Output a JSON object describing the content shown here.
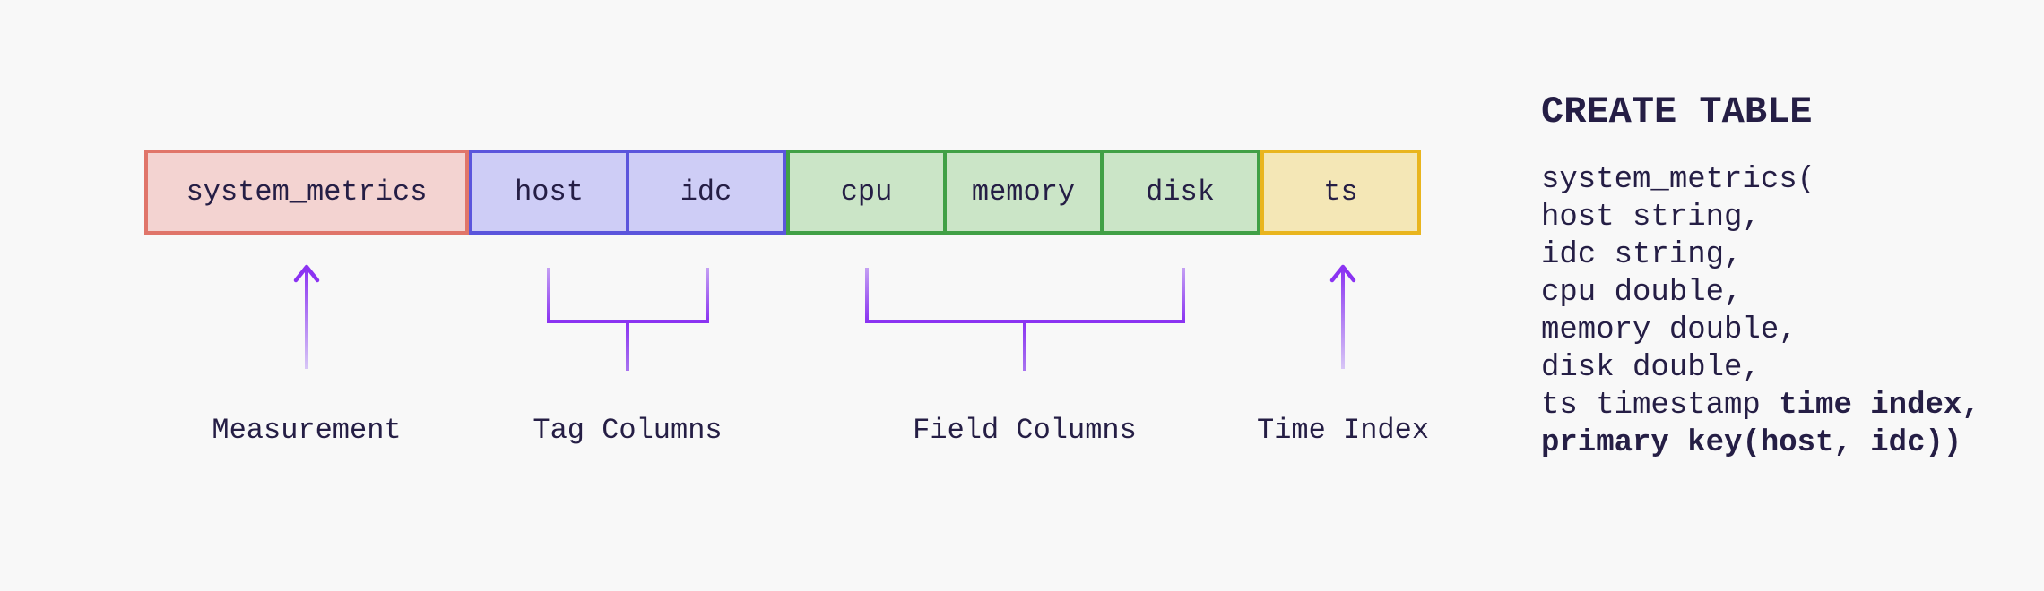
{
  "colors": {
    "background": "#f8f8f8",
    "ink": "#251e45",
    "accent_purple": "#8b33f2",
    "accent_purple_light": "#d9c9f6",
    "measurement_fill": "#f3d3d1",
    "measurement_border": "#e0756a",
    "tag_fill": "#cecdf6",
    "tag_border": "#5b55dc",
    "field_fill": "#cbe5c7",
    "field_border": "#41a046",
    "time_fill": "#f4e7b6",
    "time_border": "#e9b51e"
  },
  "table_bar": {
    "measurement": {
      "label": "system_metrics"
    },
    "tag_columns": [
      {
        "label": "host"
      },
      {
        "label": "idc"
      }
    ],
    "field_columns": [
      {
        "label": "cpu"
      },
      {
        "label": "memory"
      },
      {
        "label": "disk"
      }
    ],
    "time_index": {
      "label": "ts"
    }
  },
  "annotations": {
    "measurement": "Measurement",
    "tag_columns": "Tag Columns",
    "field_columns": "Field Columns",
    "time_index": "Time Index"
  },
  "sql": {
    "title": "CREATE TABLE",
    "lines": [
      "system_metrics(",
      "host string,",
      "idc string,",
      "cpu double,",
      "memory double,",
      "disk double,"
    ],
    "ts_line": {
      "normal": "ts timestamp ",
      "bold": "time index,"
    },
    "primary_key_line": "primary key(host, idc))"
  }
}
